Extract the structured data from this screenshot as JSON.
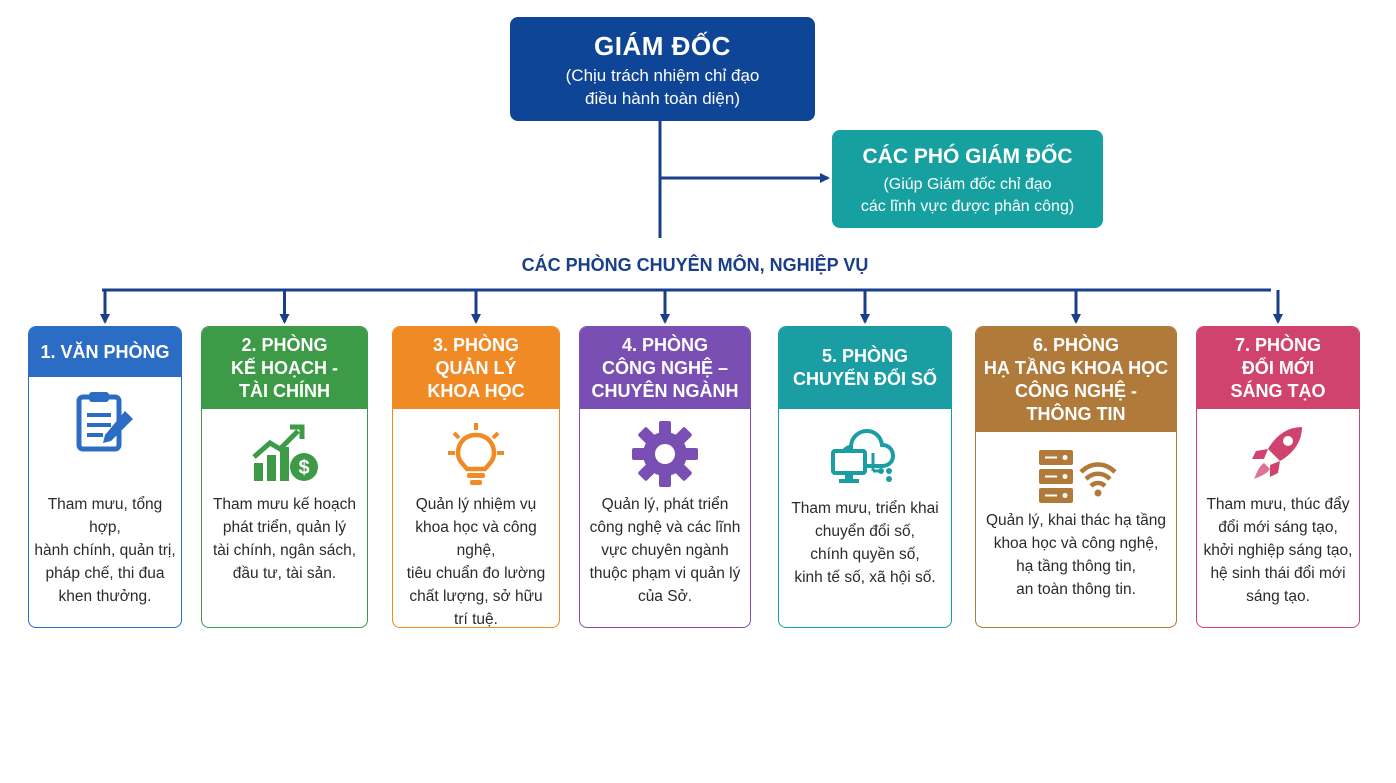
{
  "director": {
    "title": "GIÁM ĐỐC",
    "subtitle_line1": "(Chịu trách nhiệm chỉ đạo",
    "subtitle_line2": "điều hành toàn diện)"
  },
  "deputy": {
    "title": "CÁC PHÓ GIÁM ĐỐC",
    "subtitle_line1": "(Giúp Giám đốc chỉ đạo",
    "subtitle_line2": "các lĩnh vực được phân công)"
  },
  "section_title": "CÁC PHÒNG CHUYÊN MÔN, NGHIỆP VỤ",
  "colors": {
    "director": "#0f4596",
    "deputy": "#17a0a0",
    "connector": "#1a3f8a"
  },
  "departments": [
    {
      "title_lines": [
        "1. VĂN PHÒNG"
      ],
      "icon": "clipboard-icon",
      "color": "#2b6cc4",
      "desc_lines": [
        "Tham mưu, tổng hợp,",
        "hành chính, quản trị,",
        "pháp chế, thi đua",
        "khen thưởng."
      ]
    },
    {
      "title_lines": [
        "2. PHÒNG",
        "KẾ HOẠCH -",
        "TÀI CHÍNH"
      ],
      "icon": "finance-chart-icon",
      "color": "#3d9a46",
      "desc_lines": [
        "Tham mưu kế hoạch",
        "phát triển, quản lý",
        "tài chính, ngân sách,",
        "đầu tư, tài sản."
      ]
    },
    {
      "title_lines": [
        "3. PHÒNG",
        "QUẢN LÝ",
        "KHOA HỌC"
      ],
      "icon": "lightbulb-icon",
      "color": "#f08a24",
      "desc_lines": [
        "Quản lý nhiệm vụ",
        "khoa học và công nghệ,",
        "tiêu chuẩn đo lường",
        "chất lượng, sở hữu",
        "trí tuệ."
      ]
    },
    {
      "title_lines": [
        "4. PHÒNG",
        "CÔNG NGHỆ –",
        "CHUYÊN NGÀNH"
      ],
      "icon": "gear-icon",
      "color": "#7a4fb3",
      "desc_lines": [
        "Quản lý, phát triển",
        "công nghệ và các lĩnh",
        "vực chuyên ngành",
        "thuộc phạm vi quản lý",
        "của Sở."
      ]
    },
    {
      "title_lines": [
        "5. PHÒNG",
        "CHUYỂN ĐỔI SỐ"
      ],
      "icon": "cloud-computer-icon",
      "color": "#1a9da3",
      "desc_lines": [
        "Tham mưu, triển khai",
        "chuyển đổi số,",
        "chính quyền số,",
        "kinh tế số, xã hội số."
      ]
    },
    {
      "title_lines": [
        "6. PHÒNG",
        "HẠ TẦNG KHOA HỌC",
        "CÔNG NGHỆ -",
        "THÔNG TIN"
      ],
      "icon": "server-wifi-icon",
      "color": "#b07a3a",
      "desc_lines": [
        "Quản lý, khai thác hạ tầng",
        "khoa học và công nghệ,",
        "hạ tầng thông tin,",
        "an toàn thông tin."
      ]
    },
    {
      "title_lines": [
        "7. PHÒNG",
        "ĐỔI MỚI",
        "SÁNG TẠO"
      ],
      "icon": "rocket-icon",
      "color": "#d1436f",
      "desc_lines": [
        "Tham mưu, thúc đẩy",
        "đổi mới sáng tạo,",
        "khởi nghiệp sáng tạo,",
        "hệ sinh thái đổi mới",
        "sáng tạo."
      ]
    }
  ]
}
